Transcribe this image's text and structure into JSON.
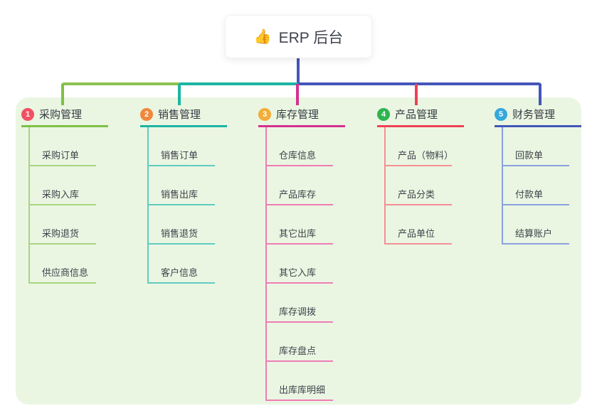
{
  "root": {
    "icon": "👍",
    "title": "ERP 后台"
  },
  "branches": [
    {
      "index": "1",
      "label": "采购管理",
      "color": "#7ec144",
      "light_color": "#a9d57f",
      "badge_color": "#f25062",
      "children": [
        "采购订单",
        "采购入库",
        "采购退货",
        "供应商信息"
      ]
    },
    {
      "index": "2",
      "label": "销售管理",
      "color": "#1cb5a3",
      "light_color": "#5fcbbf",
      "badge_color": "#f0883c",
      "children": [
        "销售订单",
        "销售出库",
        "销售退货",
        "客户信息"
      ]
    },
    {
      "index": "3",
      "label": "库存管理",
      "color": "#d63090",
      "light_color": "#ef7cb5",
      "badge_color": "#f2ae38",
      "children": [
        "仓库信息",
        "产品库存",
        "其它出库",
        "其它入库",
        "库存调拨",
        "库存盘点",
        "出库库明细"
      ]
    },
    {
      "index": "4",
      "label": "产品管理",
      "color": "#ef4156",
      "light_color": "#f58f94",
      "badge_color": "#31b450",
      "children": [
        "产品（物料）",
        "产品分类",
        "产品单位"
      ]
    },
    {
      "index": "5",
      "label": "财务管理",
      "color": "#4356b8",
      "light_color": "#8aa0de",
      "badge_color": "#35a8dc",
      "children": [
        "回款单",
        "付款单",
        "结算账户"
      ]
    }
  ],
  "palette": {
    "panel_bg": "#eaf6e2",
    "root_stem": "#4356b8",
    "connector_green": "#8cc152",
    "connector_teal": "#1cb5a3",
    "connector_indigo": "#4356b8"
  }
}
